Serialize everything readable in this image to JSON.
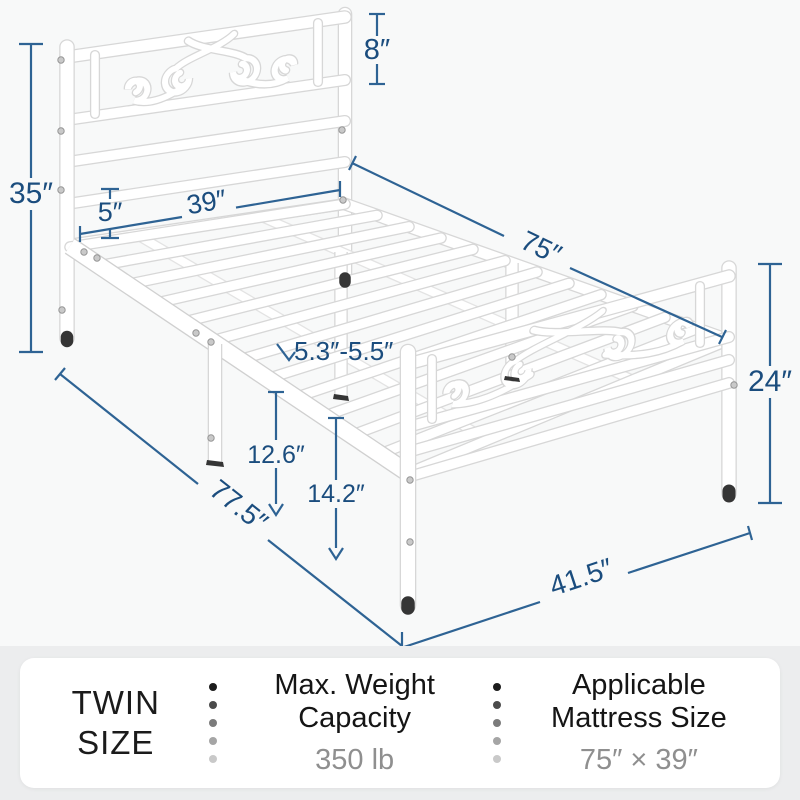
{
  "diagram": {
    "dimensions": {
      "headboard_top_gap": "8″",
      "headboard_height": "35″",
      "rail_gap": "5″",
      "frame_width": "39″",
      "frame_length": "75″",
      "slat_spacing": "5.3″-5.5″",
      "underbed_clearance": "12.6″",
      "platform_height": "14.2″",
      "footboard_height": "24″",
      "overall_length": "77.5″",
      "overall_width": "41.5″"
    },
    "colors": {
      "dimension_line": "#2e6394",
      "dimension_text": "#1b4d7e",
      "frame_fill": "#ffffff",
      "frame_outline": "#d7d7d7",
      "foot_cap": "#353535"
    }
  },
  "info_bar": {
    "size": {
      "line1": "TWIN",
      "line2": "SIZE"
    },
    "weight": {
      "title_line1": "Max. Weight",
      "title_line2": "Capacity",
      "value": "350 lb"
    },
    "mattress": {
      "title_line1": "Applicable",
      "title_line2": "Mattress Size",
      "value": "75″ × 39″"
    },
    "divider_dot_colors": [
      "#1c1c1c",
      "#4b4b4b",
      "#7b7b7b",
      "#a5a5a5",
      "#c9c9c9"
    ]
  }
}
